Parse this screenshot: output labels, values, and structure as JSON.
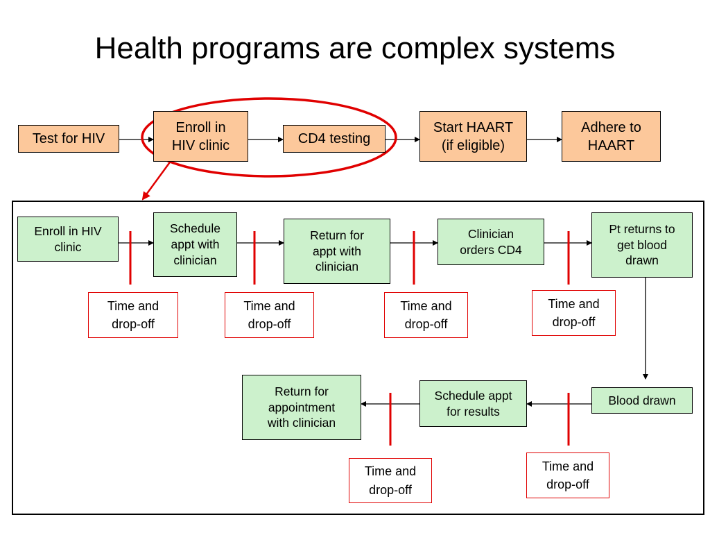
{
  "title": "Health programs are complex systems",
  "top_flow": {
    "test_hiv": "Test for HIV",
    "enroll": "Enroll in\nHIV clinic",
    "cd4": "CD4 testing",
    "start_haart": "Start HAART\n(if eligible)",
    "adhere": "Adhere to\nHAART"
  },
  "detail_flow": {
    "enroll": "Enroll in HIV\nclinic",
    "schedule_clinician": "Schedule\nappt with\nclinician",
    "return_clinician": "Return for\nappt with\nclinician",
    "clinician_orders": "Clinician\norders CD4",
    "pt_returns": "Pt returns to\nget blood\ndrawn",
    "blood_drawn": "Blood drawn",
    "schedule_results": "Schedule appt\nfor results",
    "return_appointment": "Return for\nappointment\nwith clinician"
  },
  "drop_off_labels": [
    "Time and\ndrop-off",
    "Time and\ndrop-off",
    "Time and\ndrop-off",
    "Time and\ndrop-off",
    "Time and\ndrop-off",
    "Time and\ndrop-off"
  ],
  "colors": {
    "orange_fill": "#fcc89b",
    "green_fill": "#ccf1cc",
    "highlight_red": "#e00000"
  }
}
